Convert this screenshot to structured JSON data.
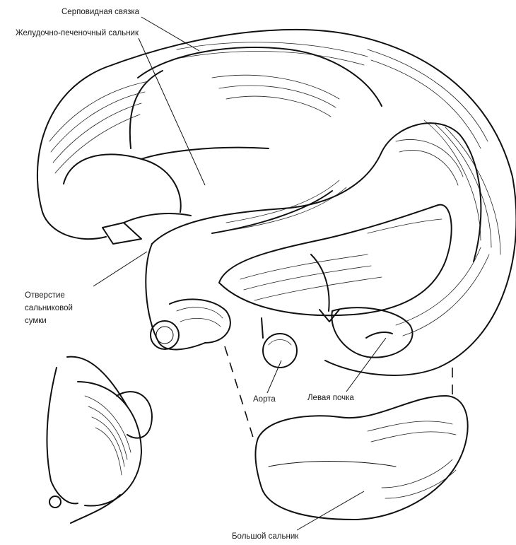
{
  "labels": {
    "falciform_ligament": "Серповидная связка",
    "hepatogastric_omentum": "Желудочно-печеночный сальник",
    "omental_foramen_line1": "Отверстие",
    "omental_foramen_line2": "сальниковой",
    "omental_foramen_line3": "сумки",
    "aorta": "Аорта",
    "left_kidney": "Левая почка",
    "greater_omentum": "Большой сальник"
  }
}
